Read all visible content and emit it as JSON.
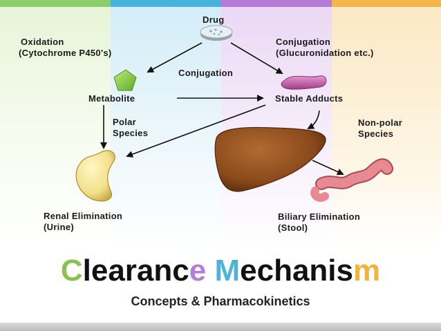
{
  "labels": {
    "drug": "Drug",
    "oxidation_line1": "Oxidation",
    "oxidation_line2": "(Cytochrome P450's)",
    "conjugation_top_line1": "Conjugation",
    "conjugation_top_line2": "(Glucuronidation etc.)",
    "conjugation_mid": "Conjugation",
    "metabolite": "Metabolite",
    "stable_adducts": "Stable Adducts",
    "polar_line1": "Polar",
    "polar_line2": "Species",
    "nonpolar_line1": "Non-polar",
    "nonpolar_line2": "Species",
    "renal_line1": "Renal Elimination",
    "renal_line2": "(Urine)",
    "biliary_line1": "Biliary Elimination",
    "biliary_line2": "(Stool)"
  },
  "title": {
    "parts": [
      {
        "text": "C",
        "color": "#8cc152"
      },
      {
        "text": "learanc",
        "color": "#111111"
      },
      {
        "text": "e",
        "color": "#b37fd6"
      },
      {
        "text": " ",
        "color": "#111111"
      },
      {
        "text": "M",
        "color": "#4fb3d9"
      },
      {
        "text": "echanis",
        "color": "#111111"
      },
      {
        "text": "m",
        "color": "#f0b43c"
      }
    ]
  },
  "subtitle": "Concepts & Pharmacokinetics",
  "colors": {
    "green": "#8ccf6a",
    "blue": "#46b3dc",
    "purple": "#b67ad7",
    "orange": "#f2b64a",
    "liver": "#8b4a1c",
    "kidney": "#f2e08a",
    "intestine": "#e07a84",
    "adduct": "#c85aa0",
    "metabolite": "#8fd44d"
  }
}
